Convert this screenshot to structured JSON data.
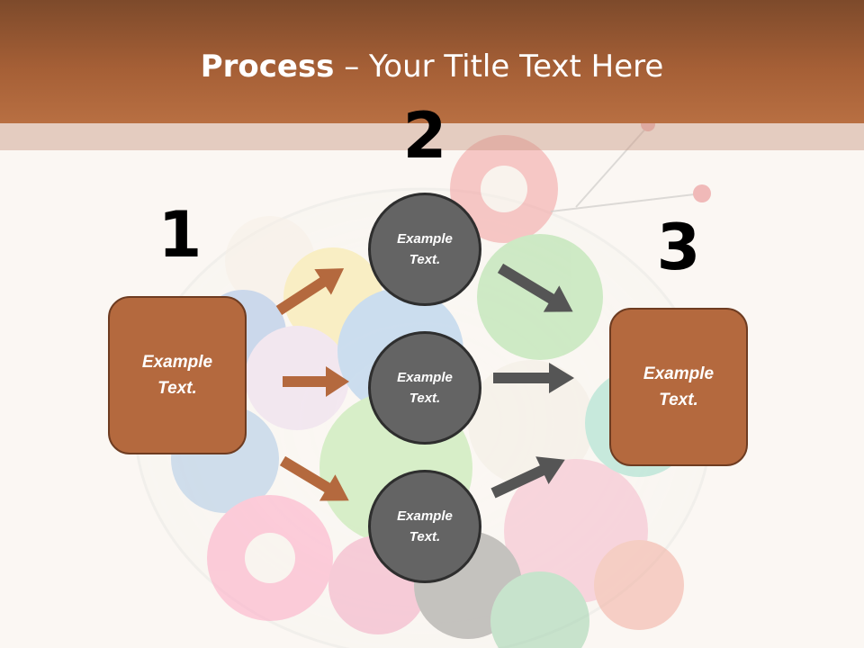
{
  "slide": {
    "title_bold": "Process",
    "title_rest": " – Your Title Text Here"
  },
  "steps": {
    "step1_number": "1",
    "step2_number": "2",
    "step3_number": "3"
  },
  "left_box": {
    "text": "Example Text."
  },
  "right_box": {
    "text": "Example Text."
  },
  "circles": [
    {
      "text": "Example Text."
    },
    {
      "text": "Example Text."
    },
    {
      "text": "Example Text."
    }
  ],
  "colors": {
    "title_bar": "#a55f36",
    "box_fill": "#b4693e",
    "circle_fill": "#646464",
    "left_arrow": "#b4693e",
    "right_arrow": "#555555"
  }
}
